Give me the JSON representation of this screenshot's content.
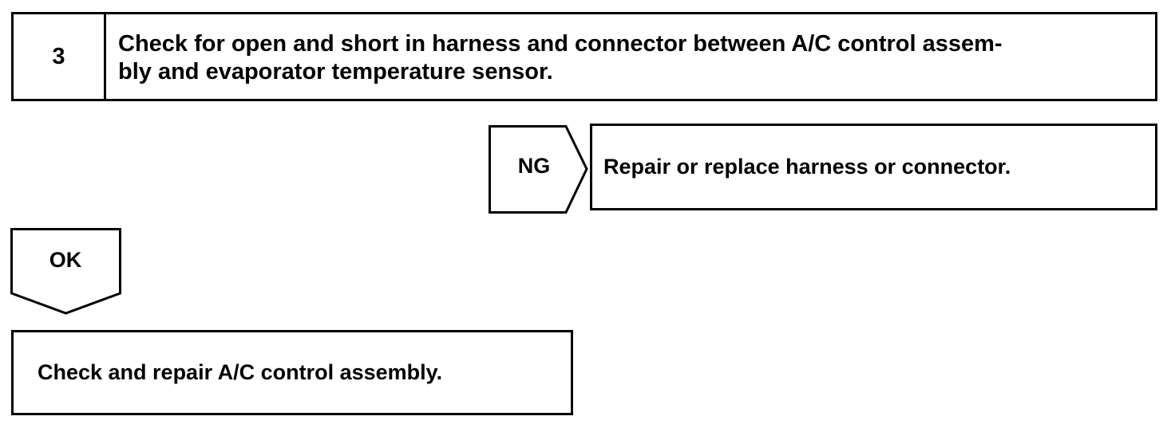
{
  "step": {
    "number": "3",
    "title_line1": "Check for open and short in harness and connector between A/C control assem-",
    "title_line2": "bly and evaporator temperature sensor."
  },
  "branches": {
    "ng": {
      "label": "NG",
      "action": "Repair or replace harness or connector."
    },
    "ok": {
      "label": "OK",
      "action": "Check and repair A/C control assembly."
    }
  }
}
